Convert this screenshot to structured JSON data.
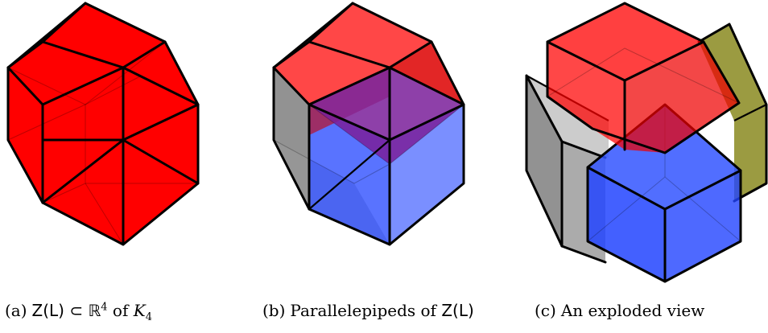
{
  "colors": {
    "red": "#ff0000",
    "blue": "#2244ff",
    "gray": "#777777",
    "olive": "#8a8a20",
    "edge": "#000000"
  },
  "captions": {
    "a": {
      "tag": "(a)",
      "pre": "Z(L) ⊂ ℝ",
      "sup": "4",
      "mid": " of ",
      "var": "K",
      "sub": "4"
    },
    "b": {
      "tag": "(b)",
      "text": "Parallelepipeds of ",
      "math": "Z(L)"
    },
    "c": {
      "tag": "(c)",
      "text": "An exploded view"
    }
  }
}
